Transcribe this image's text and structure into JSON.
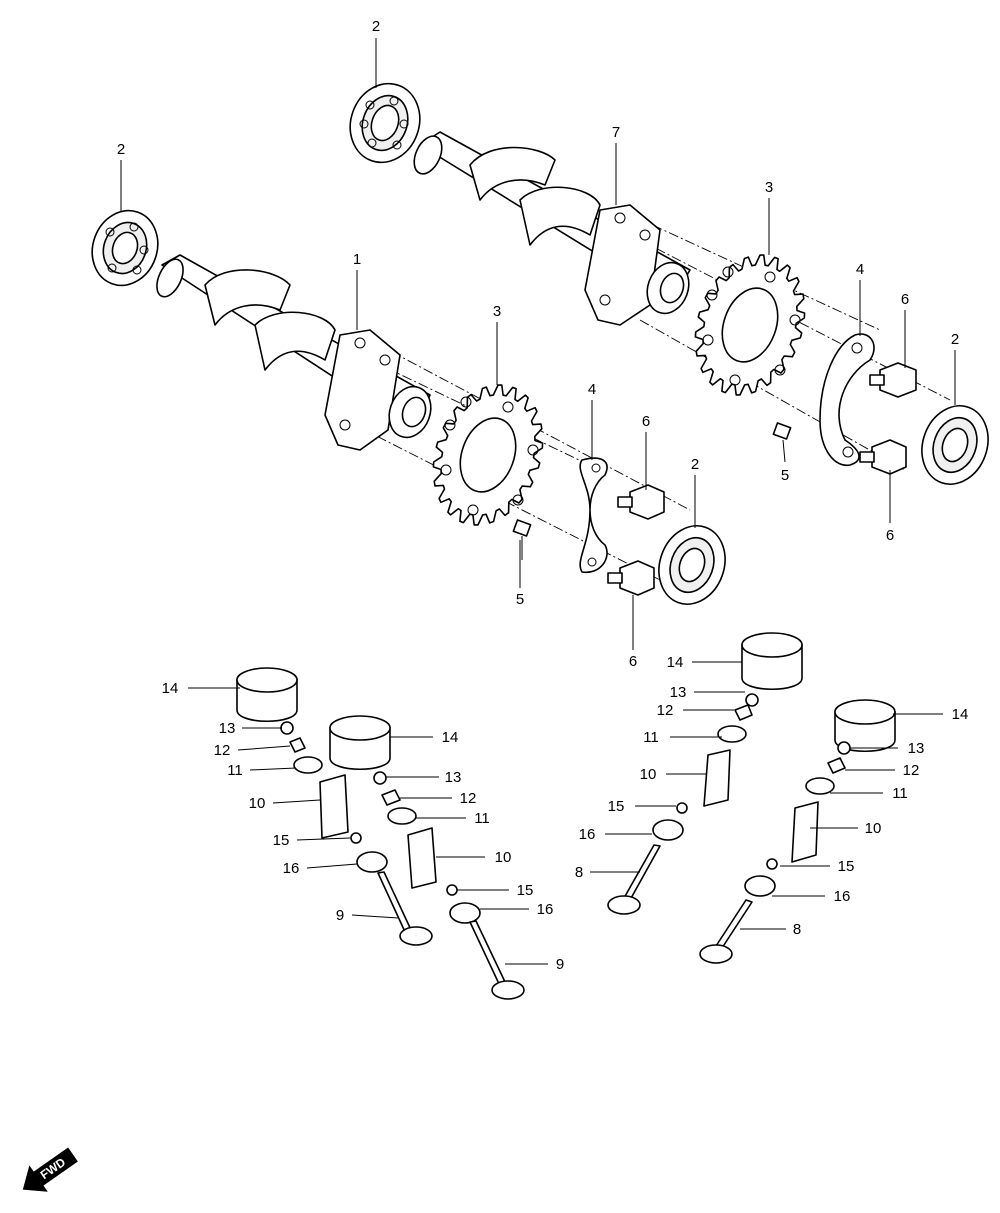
{
  "labels": [
    {
      "key": "cam2_top",
      "text": "2"
    },
    {
      "key": "cam2_left",
      "text": "2"
    },
    {
      "key": "camshaft_lower",
      "text": "1"
    },
    {
      "key": "camshaft_upper",
      "text": "7"
    },
    {
      "key": "sprocket_upper",
      "text": "3"
    },
    {
      "key": "sprocket_lower",
      "text": "3"
    },
    {
      "key": "plate_upper",
      "text": "4"
    },
    {
      "key": "plate_lower",
      "text": "4"
    },
    {
      "key": "bolt_upper_a",
      "text": "6"
    },
    {
      "key": "bolt_upper_b",
      "text": "6"
    },
    {
      "key": "bolt_lower_a",
      "text": "6"
    },
    {
      "key": "bolt_lower_b",
      "text": "6"
    },
    {
      "key": "bearing_upper_right",
      "text": "2"
    },
    {
      "key": "bearing_lower_right",
      "text": "2"
    },
    {
      "key": "pin_upper",
      "text": "5"
    },
    {
      "key": "pin_lower",
      "text": "5"
    },
    {
      "key": "tappet_a",
      "text": "14"
    },
    {
      "key": "tappet_b",
      "text": "14"
    },
    {
      "key": "tappet_c",
      "text": "14"
    },
    {
      "key": "tappet_d",
      "text": "14"
    },
    {
      "key": "shim_a",
      "text": "13"
    },
    {
      "key": "shim_b",
      "text": "13"
    },
    {
      "key": "shim_c",
      "text": "13"
    },
    {
      "key": "shim_d",
      "text": "13"
    },
    {
      "key": "cotter_a",
      "text": "12"
    },
    {
      "key": "cotter_b",
      "text": "12"
    },
    {
      "key": "cotter_c",
      "text": "12"
    },
    {
      "key": "cotter_d",
      "text": "12"
    },
    {
      "key": "retainer_a",
      "text": "11"
    },
    {
      "key": "retainer_b",
      "text": "11"
    },
    {
      "key": "retainer_c",
      "text": "11"
    },
    {
      "key": "retainer_d",
      "text": "11"
    },
    {
      "key": "spring_a",
      "text": "10"
    },
    {
      "key": "spring_b",
      "text": "10"
    },
    {
      "key": "spring_c",
      "text": "10"
    },
    {
      "key": "spring_d",
      "text": "10"
    },
    {
      "key": "seal_a",
      "text": "15"
    },
    {
      "key": "seal_b",
      "text": "15"
    },
    {
      "key": "seal_c",
      "text": "15"
    },
    {
      "key": "seal_d",
      "text": "15"
    },
    {
      "key": "seat_a",
      "text": "16"
    },
    {
      "key": "seat_b",
      "text": "16"
    },
    {
      "key": "seat_c",
      "text": "16"
    },
    {
      "key": "seat_d",
      "text": "16"
    },
    {
      "key": "valve_ex_a",
      "text": "9"
    },
    {
      "key": "valve_ex_b",
      "text": "9"
    },
    {
      "key": "valve_in_a",
      "text": "8"
    },
    {
      "key": "valve_in_b",
      "text": "8"
    }
  ],
  "fwd": {
    "text": "FWD"
  },
  "colors": {
    "line": "#000000",
    "background": "#ffffff",
    "shade": "#9a9a9a"
  }
}
